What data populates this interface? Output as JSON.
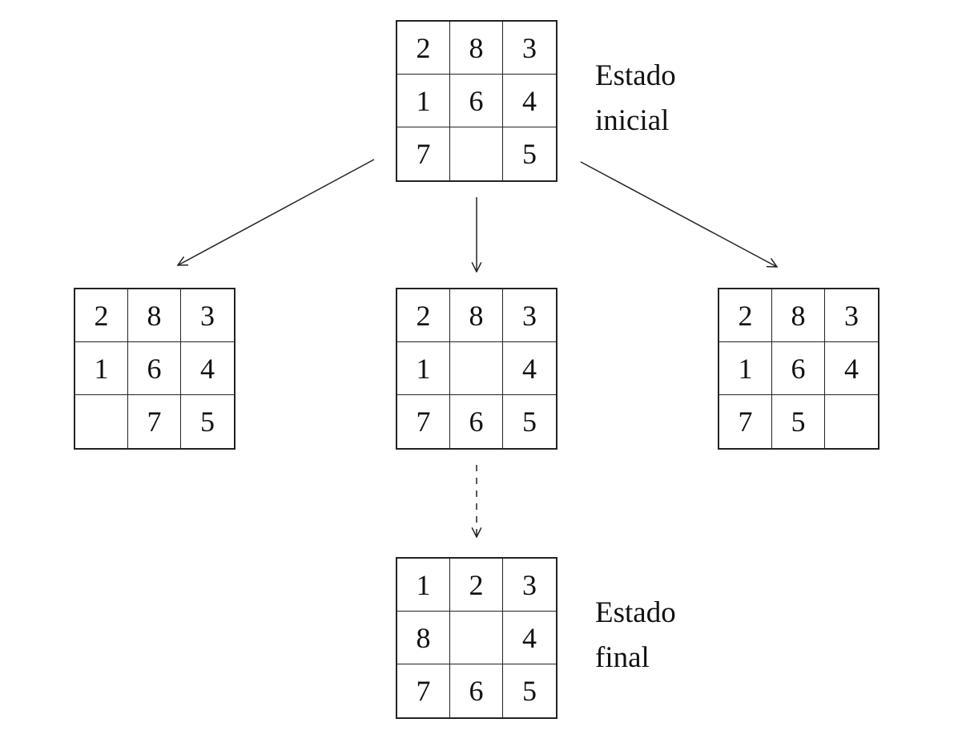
{
  "boards": {
    "initial": [
      [
        "2",
        "8",
        "3"
      ],
      [
        "1",
        "6",
        "4"
      ],
      [
        "7",
        "",
        "5"
      ]
    ],
    "left": [
      [
        "2",
        "8",
        "3"
      ],
      [
        "1",
        "6",
        "4"
      ],
      [
        "",
        "7",
        "5"
      ]
    ],
    "middle": [
      [
        "2",
        "8",
        "3"
      ],
      [
        "1",
        "",
        "4"
      ],
      [
        "7",
        "6",
        "5"
      ]
    ],
    "right": [
      [
        "2",
        "8",
        "3"
      ],
      [
        "1",
        "6",
        "4"
      ],
      [
        "7",
        "5",
        ""
      ]
    ],
    "final": [
      [
        "1",
        "2",
        "3"
      ],
      [
        "8",
        "",
        "4"
      ],
      [
        "7",
        "6",
        "5"
      ]
    ]
  },
  "labels": {
    "initial": [
      "Estado",
      "inicial"
    ],
    "final": [
      "Estado",
      "final"
    ]
  },
  "edges": [
    {
      "from": "initial",
      "to": "left",
      "style": "solid"
    },
    {
      "from": "initial",
      "to": "middle",
      "style": "solid"
    },
    {
      "from": "initial",
      "to": "right",
      "style": "solid"
    },
    {
      "from": "middle",
      "to": "final",
      "style": "dashed"
    }
  ]
}
